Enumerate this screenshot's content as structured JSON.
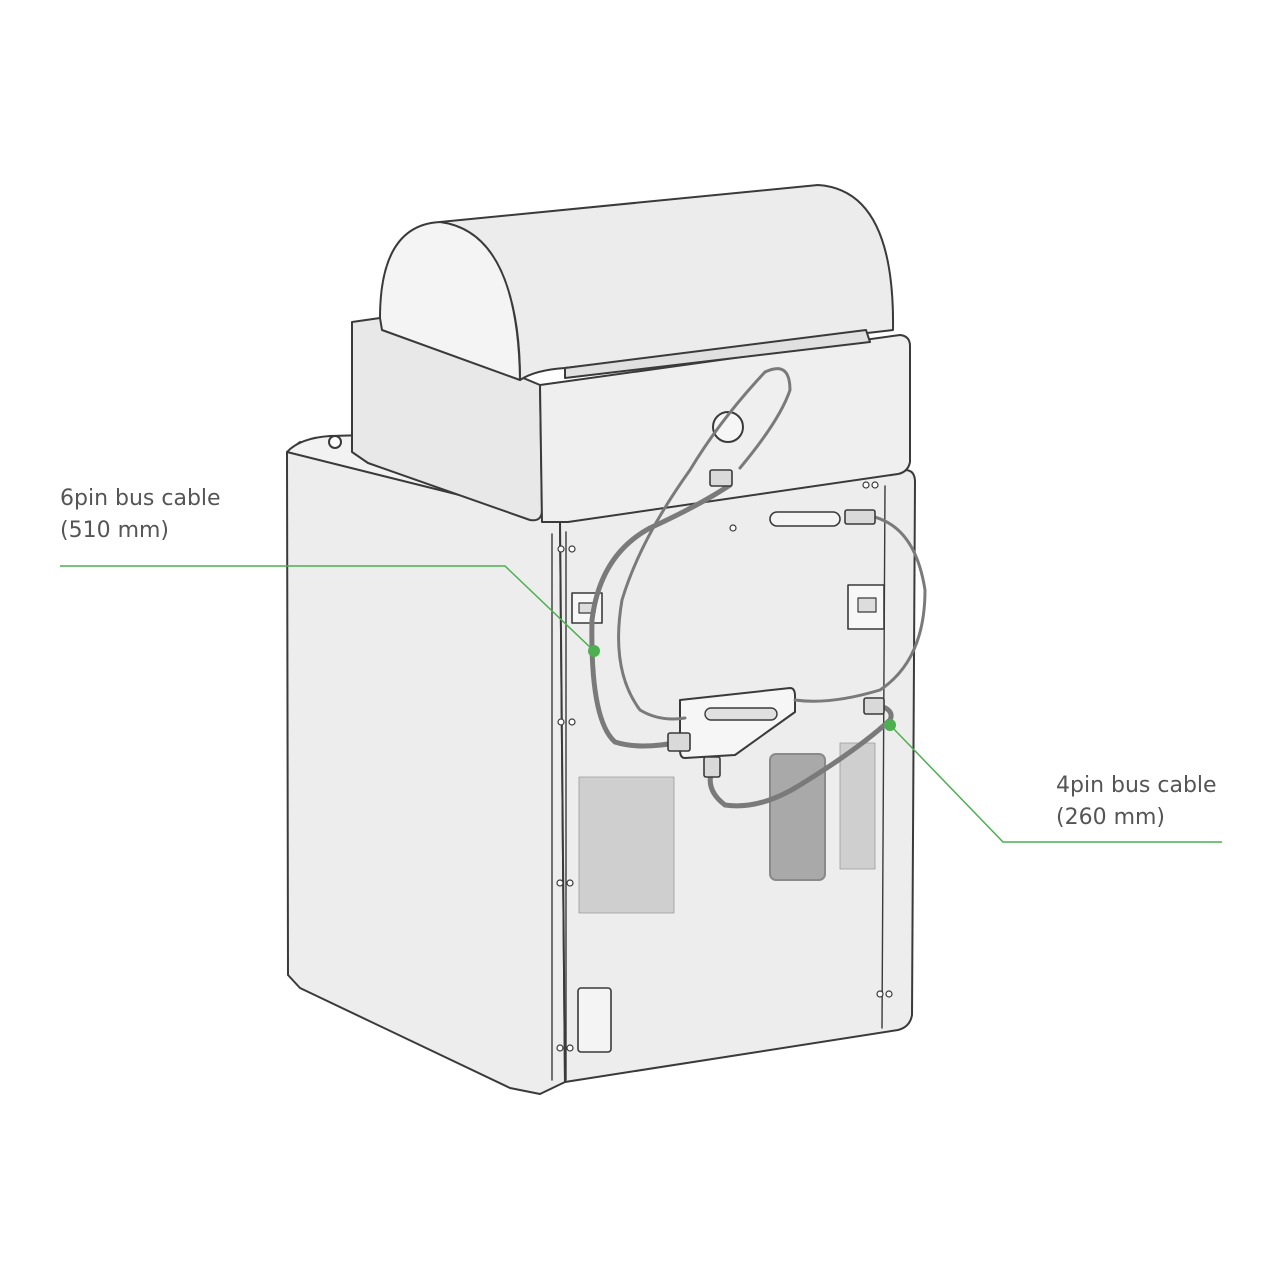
{
  "callouts": [
    {
      "name": "6pin bus cable",
      "length": "(510 mm)"
    },
    {
      "name": "4pin bus cable",
      "length": "(260 mm)"
    }
  ],
  "colors": {
    "outline": "#3a3a3a",
    "body_fill": "#ededed",
    "cable": "#7a7a7a",
    "accent": "#4caf50",
    "text": "#555555"
  }
}
